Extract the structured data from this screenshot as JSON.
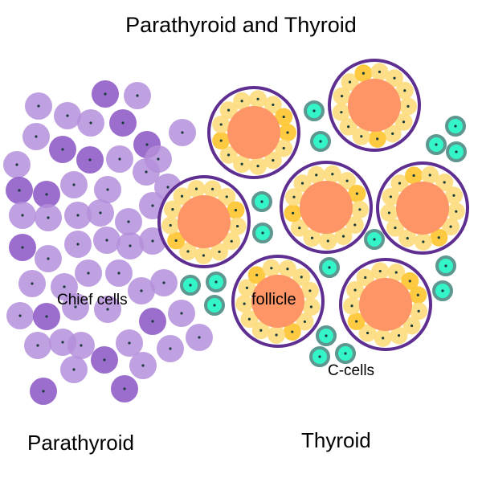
{
  "title": "Parathyroid and Thyroid",
  "labels": {
    "chief_cells": "Chief cells",
    "follicle": "follicle",
    "c_cells": "C-cells",
    "parathyroid": "Parathyroid",
    "thyroid": "Thyroid"
  },
  "colors": {
    "chief_light": "#b48fdb",
    "chief_dark": "#8a55c4",
    "follicle_ring": "#5e2f91",
    "colloid": "#fd9566",
    "follicular_cell": "#fedb7c",
    "follicular_cell_dark": "#fdc42c",
    "c_cell_fill": "#33f5c8",
    "c_cell_ring": "#5e9690",
    "nucleus": "#1a3b3b"
  }
}
